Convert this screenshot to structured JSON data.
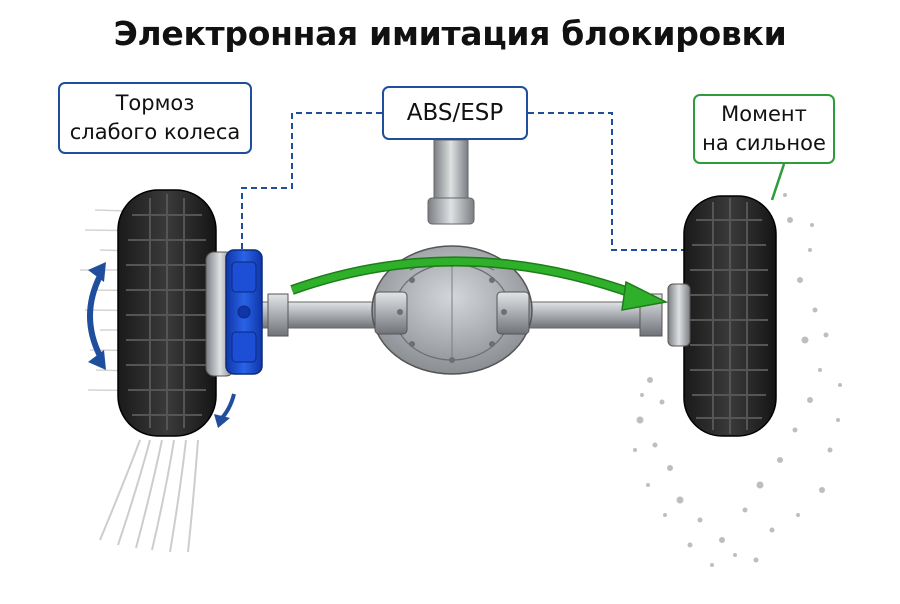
{
  "title": "Электронная имитация блокировки",
  "labels": {
    "brake_line1": "Тормоз",
    "brake_line2": "слабого колеса",
    "abs": "ABS/ESP",
    "torque_line1": "Момент",
    "torque_line2": "на сильное"
  },
  "colors": {
    "control_blue": "#1f4e9c",
    "caliper_blue": "#1d4fd0",
    "torque_green": "#2fb02a",
    "box_green": "#2e9b3c",
    "metal": "#9ea3a8"
  },
  "icons": {
    "rotation": "curved-double-arrow-icon",
    "spin": "small-arrow-icon",
    "torque": "curved-arrow-icon"
  }
}
